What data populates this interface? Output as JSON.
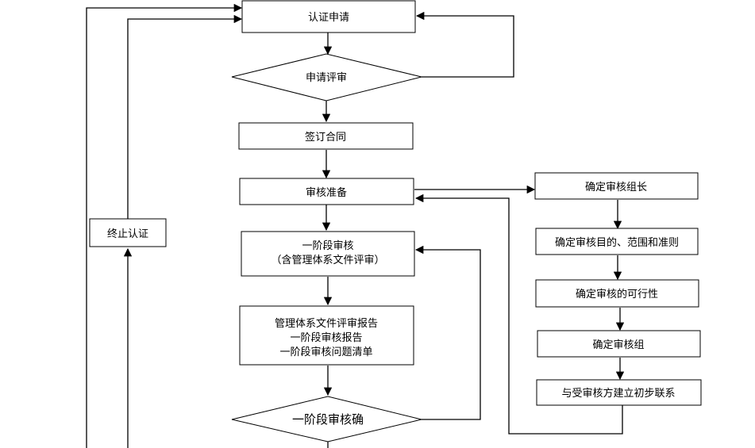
{
  "diagram": {
    "nodes": {
      "application": "认证申请",
      "application_review": "申请评审",
      "sign_contract": "签订合同",
      "audit_prep": "审核准备",
      "stage1_line1": "一阶段审核",
      "stage1_line2": "（含管理体系文件评审）",
      "report_line1": "管理体系文件评审报告",
      "report_line2": "一阶段审核报告",
      "report_line3": "一阶段审核问题清单",
      "stage1_confirm": "一阶段审核确",
      "terminate": "终止认证",
      "team_leader": "确定审核组长",
      "objectives": "确定审核目的、范围和准则",
      "feasibility": "确定审核的可行性",
      "audit_team": "确定审核组",
      "contact": "与受审核方建立初步联系"
    }
  }
}
